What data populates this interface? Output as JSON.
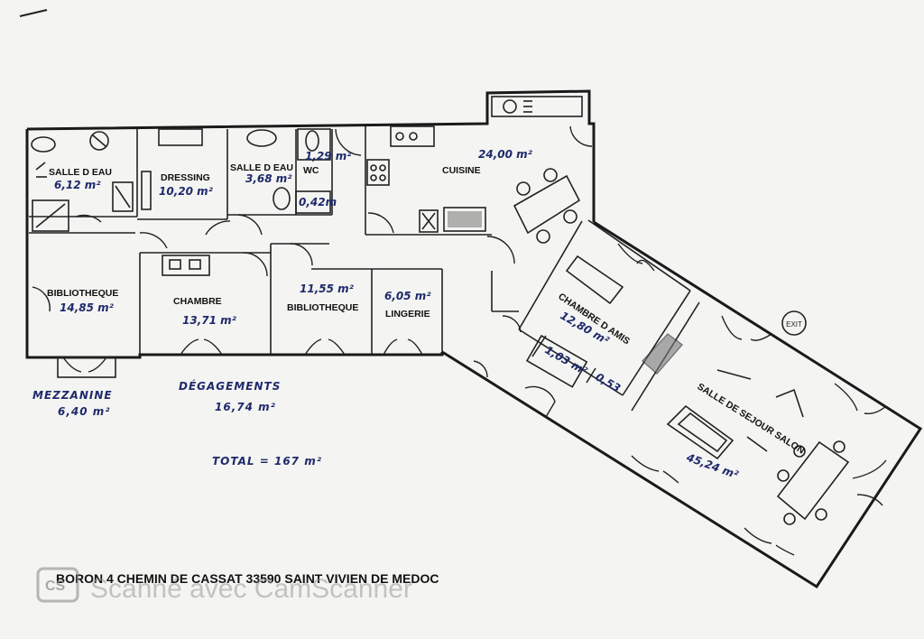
{
  "plan": {
    "rooms": {
      "salle_eau_1": {
        "name": "SALLE D EAU",
        "area": "6,12 m²"
      },
      "dressing": {
        "name": "DRESSING",
        "area": "10,20 m²"
      },
      "salle_eau_2": {
        "name": "SALLE D EAU",
        "area": "3,68 m²"
      },
      "wc": {
        "name": "WC",
        "area": "1,29 m²",
        "sub_area": "0,42m"
      },
      "cuisine": {
        "name": "CUISINE",
        "area": "24,00 m²"
      },
      "bibliotheque_1": {
        "name": "BIBLIOTHEQUE",
        "area": "14,85 m²"
      },
      "chambre": {
        "name": "CHAMBRE",
        "area": "13,71 m²"
      },
      "bibliotheque_2": {
        "name": "BIBLIOTHEQUE",
        "area": "11,55 m²"
      },
      "lingerie": {
        "name": "LINGERIE",
        "area": "6,05 m²"
      },
      "chambre_amis": {
        "name": "CHAMBRE D AMIS",
        "area": "12,80 m²",
        "closet_1": "1,03 m²",
        "closet_2": "0,53"
      },
      "sejour": {
        "name": "SALLE DE SEJOUR SALON",
        "area": "45,24 m²"
      }
    },
    "free_labels": {
      "mezzanine_name": "MEZZANINE",
      "mezzanine_area": "6,40 m²",
      "degagements_name": "DÉGAGEMENTS",
      "degagements_area": "16,74 m²",
      "total": "TOTAL = 167 m²"
    },
    "address": "BORON 4 CHEMIN DE CASSAT 33590 SAINT VIVIEN DE MEDOC"
  },
  "watermark": {
    "logo": "CS",
    "text": "Scanné avec CamScanner"
  },
  "colors": {
    "paper": "#f4f4f2",
    "ink": "#1a1a1a",
    "handwriting": "#1f2a6b",
    "watermark": "#9a9a9a"
  },
  "icons": [
    "door-swing-icon",
    "toilet-icon",
    "sink-icon",
    "shower-icon",
    "bed-icon",
    "stove-icon",
    "table-icon",
    "fireplace-icon",
    "chair-icon",
    "exit-icon"
  ]
}
